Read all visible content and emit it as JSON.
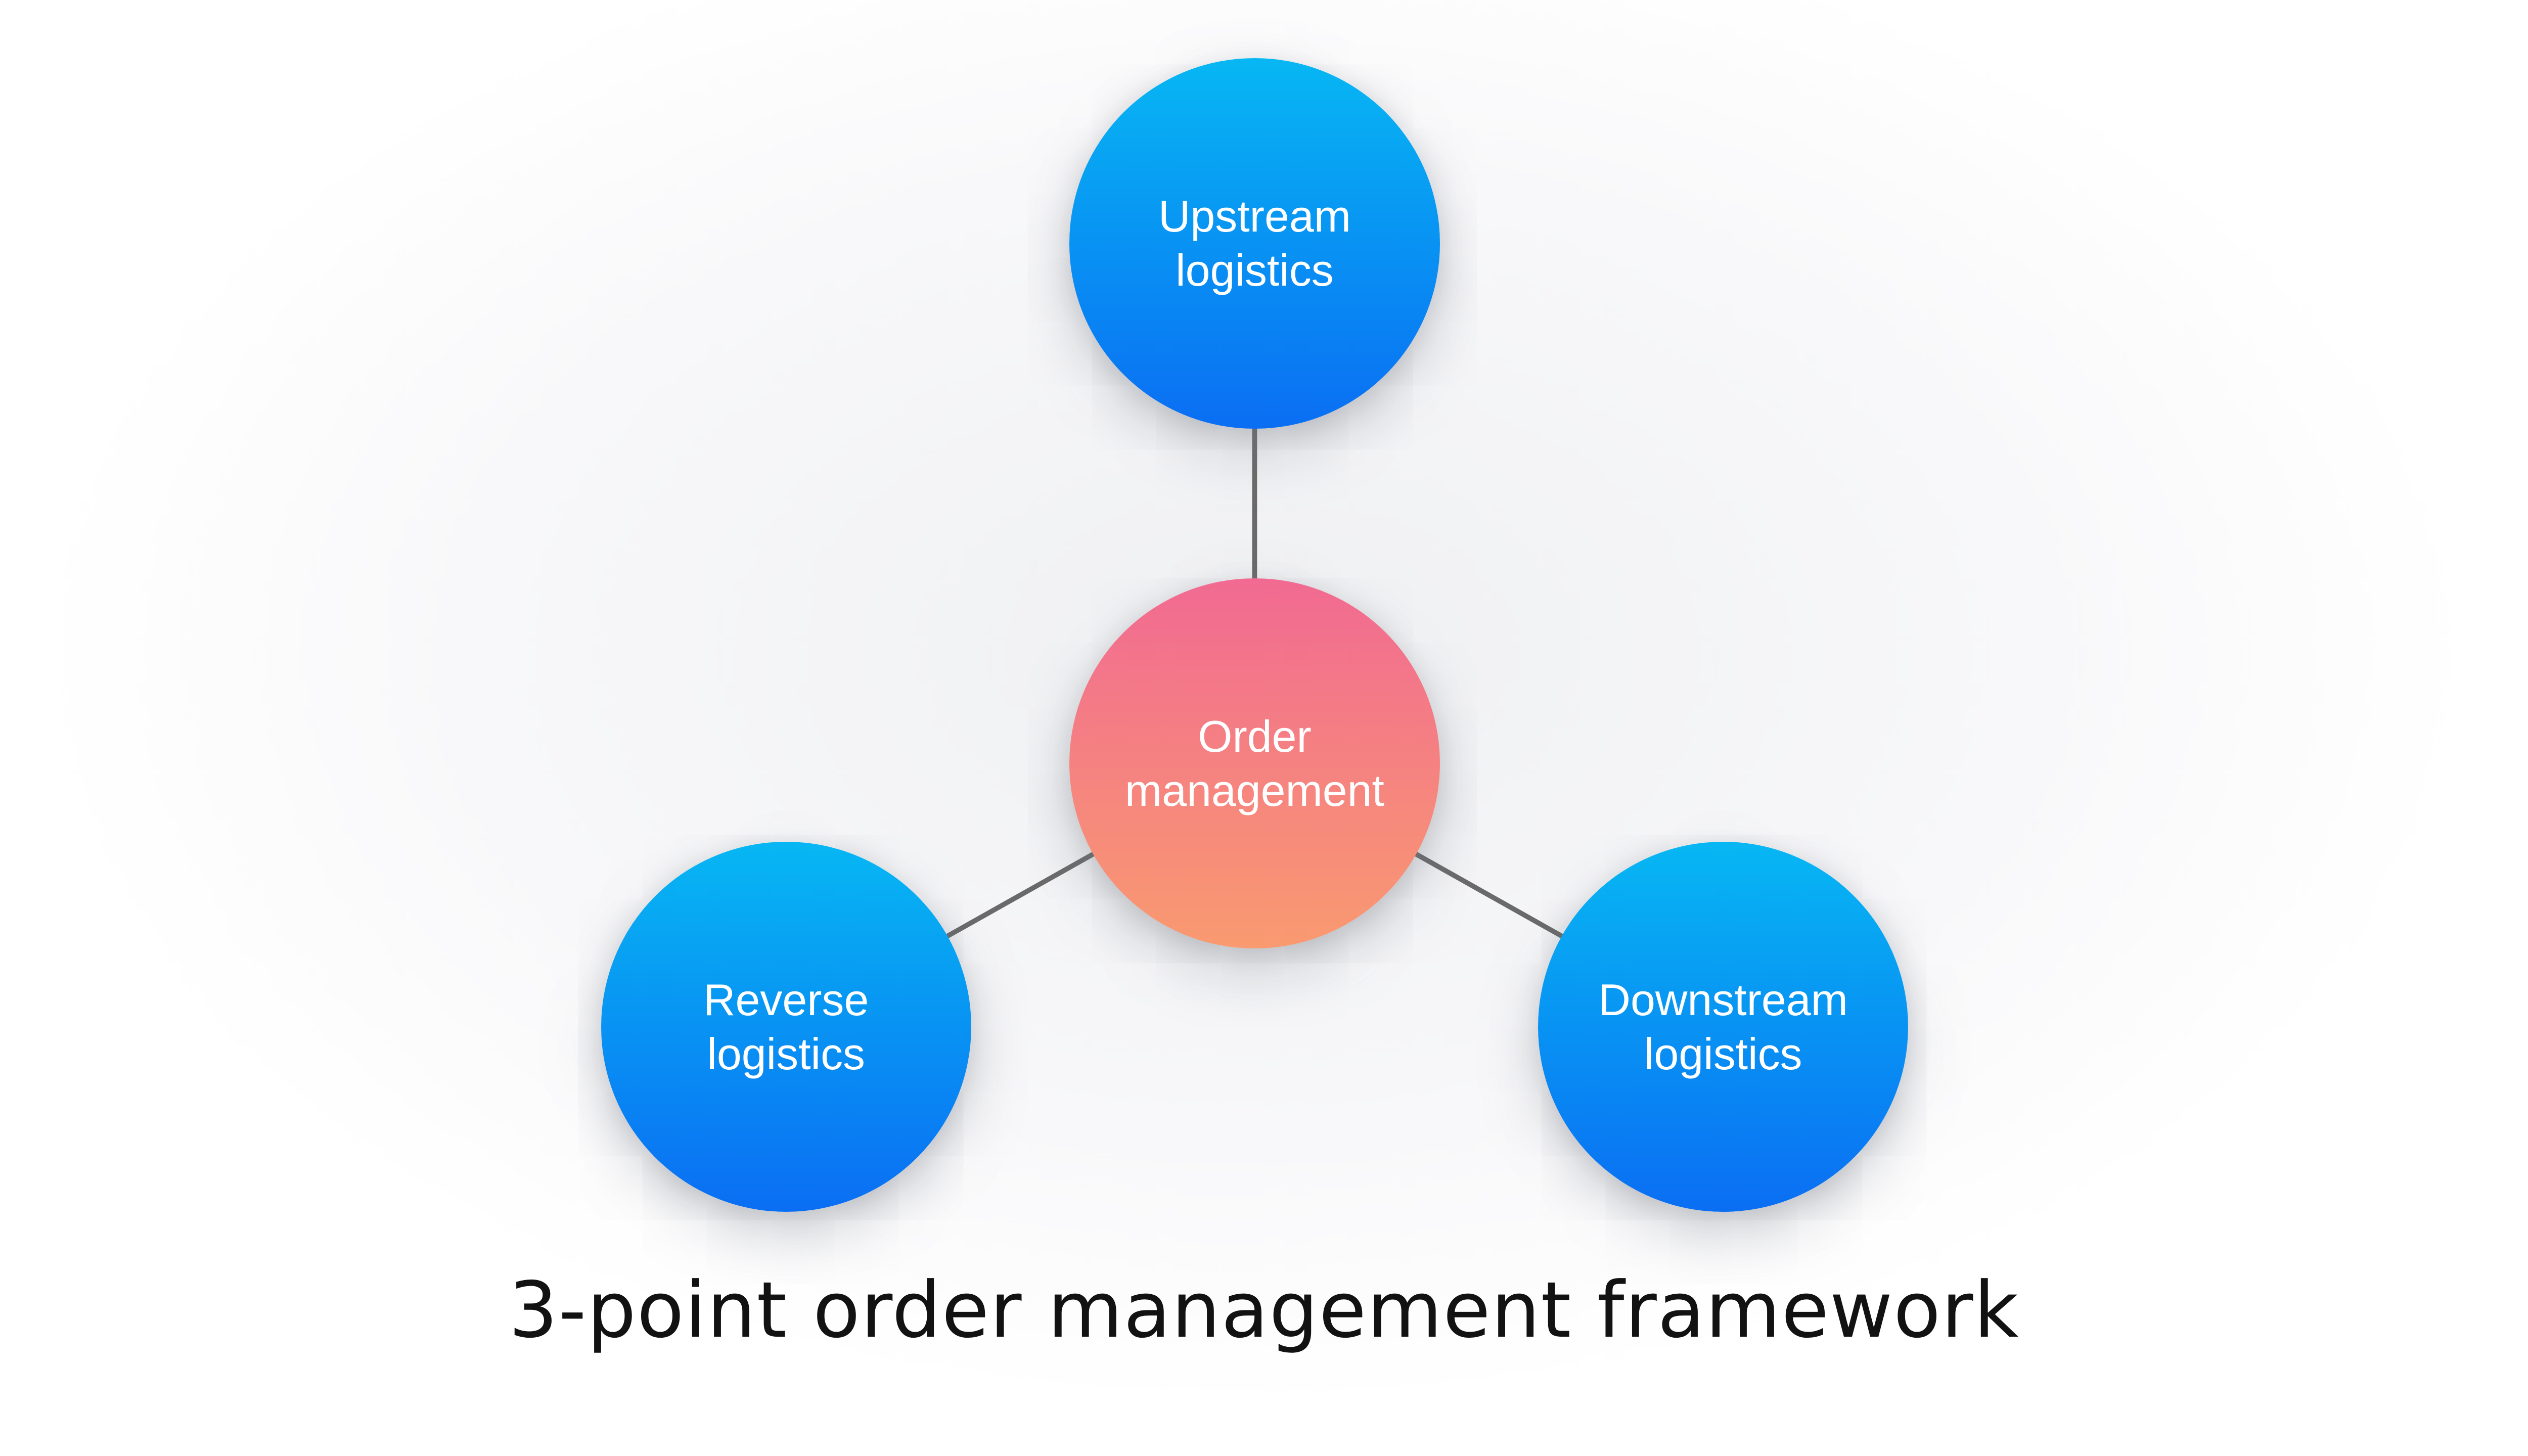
{
  "title": "3-point order management framework",
  "diagram": {
    "center_node": {
      "label": "Order management"
    },
    "nodes": [
      {
        "id": "upstream",
        "label": "Upstream logistics"
      },
      {
        "id": "reverse",
        "label": "Reverse logistics"
      },
      {
        "id": "downstream",
        "label": "Downstream logistics"
      }
    ]
  },
  "colors": {
    "node_blue_top": "#07b7f3",
    "node_blue_bottom": "#0a6ef3",
    "center_pink_top": "#f16a92",
    "center_orange_bottom": "#f99a70",
    "connector_gray": "#6a6a6a",
    "node_text": "#ffffff",
    "title_text": "#121212",
    "background": "#ffffff"
  }
}
